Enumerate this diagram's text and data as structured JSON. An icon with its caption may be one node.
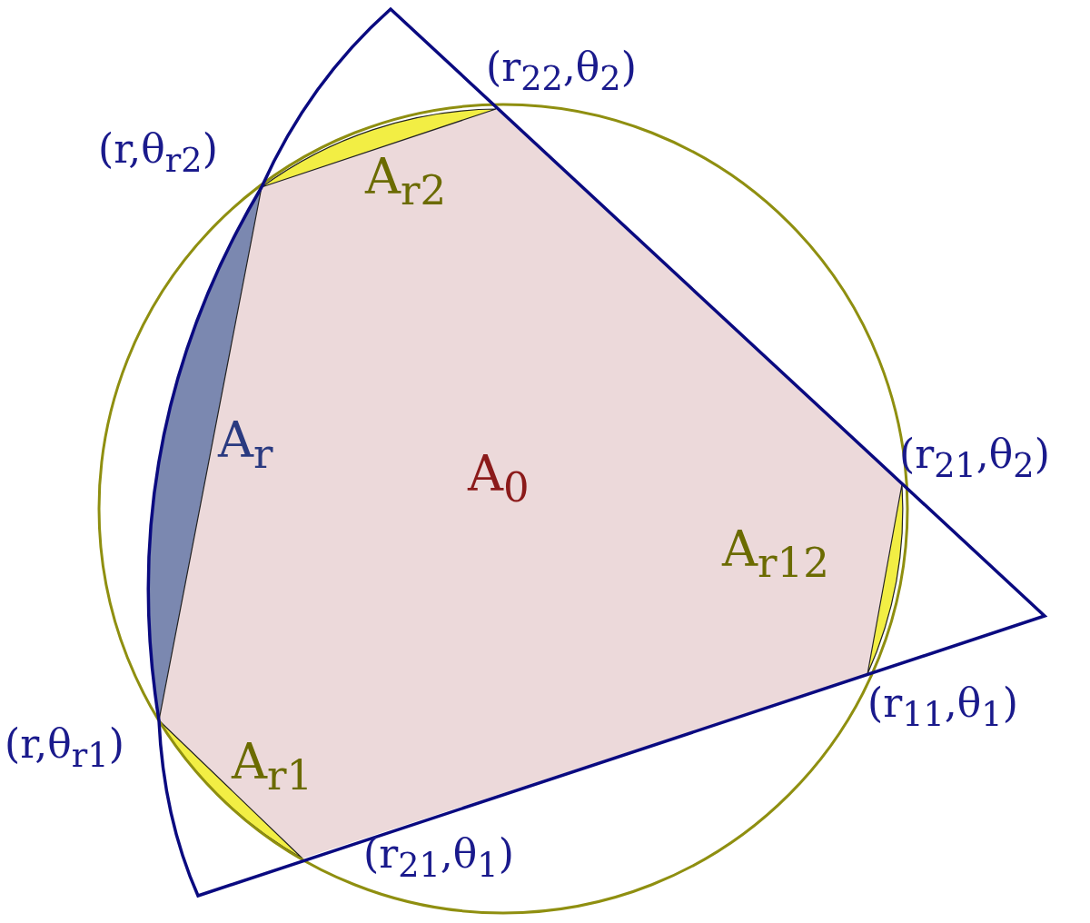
{
  "diagram": {
    "labels": [
      "(r$_{22}$,θ$_{2}$)",
      "(r,θ$_{r2}$)",
      "A$_{r2}$",
      "A$_{r}$",
      "A$_{0}$",
      "(r$_{21}$,θ$_{2}$)",
      "A$_{r12}$",
      "(r$_{11}$,θ$_{1}$)",
      "(r,θ$_{r1}$)",
      "A$_{r1}$",
      "(r$_{21}$,θ$_{1}$)"
    ]
  }
}
